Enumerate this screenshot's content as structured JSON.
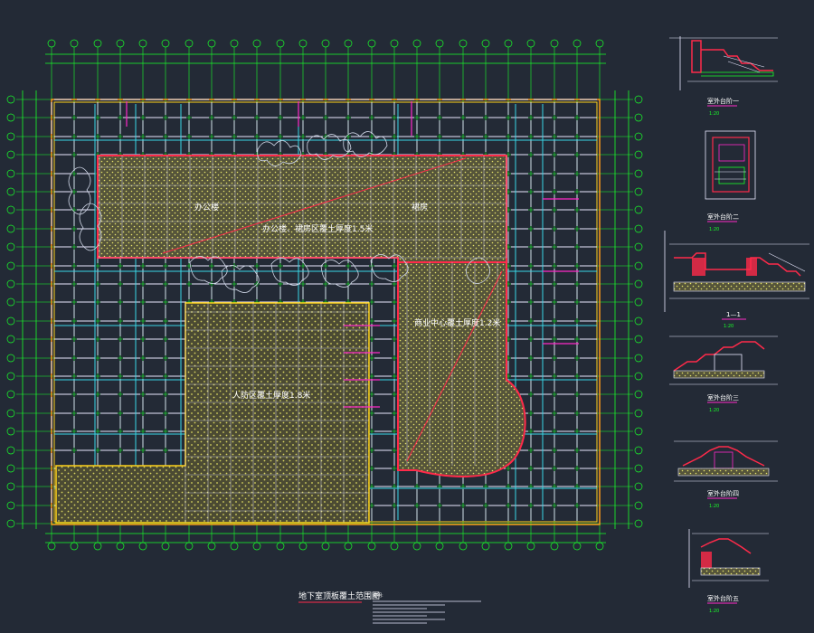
{
  "plan": {
    "title": "地下室顶板覆土范围图",
    "zones": [
      {
        "label": "办公楼",
        "sublabel": "办公楼、裙房区覆土厚度1.5米",
        "tag": "zone-office"
      },
      {
        "label": "裙房",
        "sublabel": "",
        "tag": "zone-podium"
      },
      {
        "label": "商业中心覆土厚度1.2米",
        "sublabel": "",
        "tag": "zone-commercial"
      },
      {
        "label": "人防区覆土厚度1.8米",
        "sublabel": "",
        "tag": "zone-civil-defense"
      }
    ],
    "notes_heading": "说明:"
  },
  "details": [
    {
      "title": "室外台阶一",
      "scale": "1:20"
    },
    {
      "title": "室外台阶二",
      "scale": "1:20"
    },
    {
      "title": "1—1",
      "scale": "1:20"
    },
    {
      "title": "室外台阶三",
      "scale": "1:20"
    },
    {
      "title": "室外台阶四",
      "scale": "1:20"
    },
    {
      "title": "室外台阶五",
      "scale": "1:20"
    }
  ],
  "colors": {
    "background": "#232a36",
    "grid_axis": "#19ff2a",
    "grid_bubble": "#19ff2a",
    "beam": "#e8e8ff",
    "column_line": "#3ad7e6",
    "hatch": "#55543a",
    "hatch_dot": "#e6e36b",
    "boundary_red": "#ff2a4a",
    "boundary_orange": "#ff9a1a",
    "boundary_yellow": "#ffd21a",
    "magenta": "#ff29c8",
    "text_white": "#ffffff"
  }
}
